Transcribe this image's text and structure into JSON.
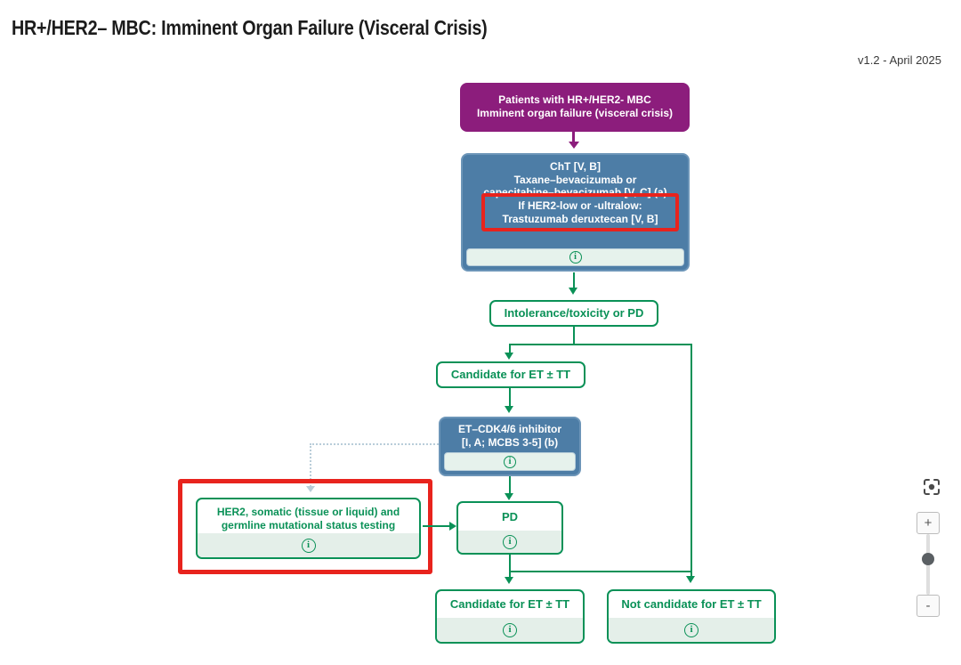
{
  "page": {
    "title": "HR+/HER2– MBC: Imminent Organ Failure (Visceral Crisis)",
    "version": "v1.2 - April 2025"
  },
  "colors": {
    "purple": "#8c1d7c",
    "blue": "#4d7da6",
    "green": "#0a9157",
    "mint_footer": "#e4efe9",
    "annotation_red": "#e8231d",
    "dotted_connector": "#b9cdd9"
  },
  "nodes": {
    "patients": {
      "line1": "Patients with HR+/HER2- MBC",
      "line2": "Imminent organ failure (visceral crisis)"
    },
    "cht": {
      "line1": "ChT [V, B]",
      "line2": "Taxane–bevacizumab or",
      "line3": "capecitabine–bevacizumab [V, C] (a)"
    },
    "her2_low_highlight": {
      "line1": "If HER2-low or -ultralow:",
      "line2": "Trastuzumab deruxtecan [V, B]"
    },
    "intolerance": {
      "label": "Intolerance/toxicity or PD"
    },
    "candidate_mid": {
      "label": "Candidate for ET ± TT"
    },
    "et_cdk46": {
      "line1": "ET–CDK4/6 inhibitor",
      "line2": "[I, A; MCBS 3-5] (b)"
    },
    "her2_testing": {
      "line1": "HER2, somatic (tissue or liquid) and",
      "line2": "germline mutational status testing"
    },
    "pd": {
      "label": "PD"
    },
    "candidate_bottom": {
      "label": "Candidate for ET ± TT"
    },
    "not_candidate": {
      "label": "Not candidate for ET ± TT"
    }
  },
  "icons": {
    "info": "i",
    "zoom_in": "+",
    "zoom_out": "-"
  }
}
